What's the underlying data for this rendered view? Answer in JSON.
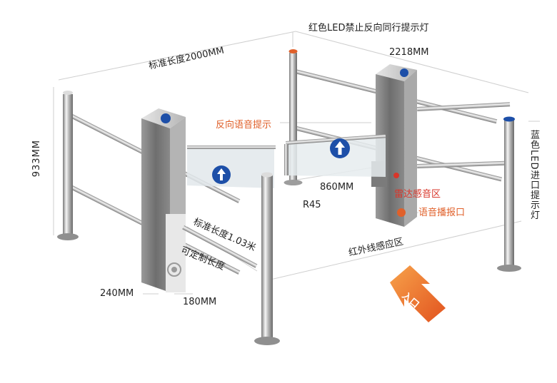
{
  "labels": {
    "red_led_prompt": "红色LED禁止反向同行提示灯",
    "width_2218": "2218MM",
    "std_length_2000": "标准长度2000MM",
    "height_933": "933MM",
    "reverse_voice": "反向语音提示",
    "blue_led": "蓝色LED进口提示灯",
    "width_860": "860MM",
    "radar_zone": "雷达感音区",
    "r45": "R45",
    "speaker_port": "语音播报口",
    "std_length_103": "标准长度1.03米",
    "customizable": "可定制长度",
    "infrared_zone": "红外线感应区",
    "depth_240": "240MM",
    "depth_180": "180MM",
    "entrance": "入口"
  },
  "colors": {
    "steel_light": "#f2f2f2",
    "steel_dark": "#8a8a8a",
    "cabinet_dark": "#6e6e6e",
    "glass": "#dfe6ea",
    "blue_badge": "#1d4fa8",
    "orange_text": "#e0602a",
    "red_text": "#d8362a",
    "dim_line": "#d2d2d2"
  },
  "icons": [
    "up-arrow-icon",
    "speaker-grille-icon",
    "entrance-arrow-icon"
  ]
}
